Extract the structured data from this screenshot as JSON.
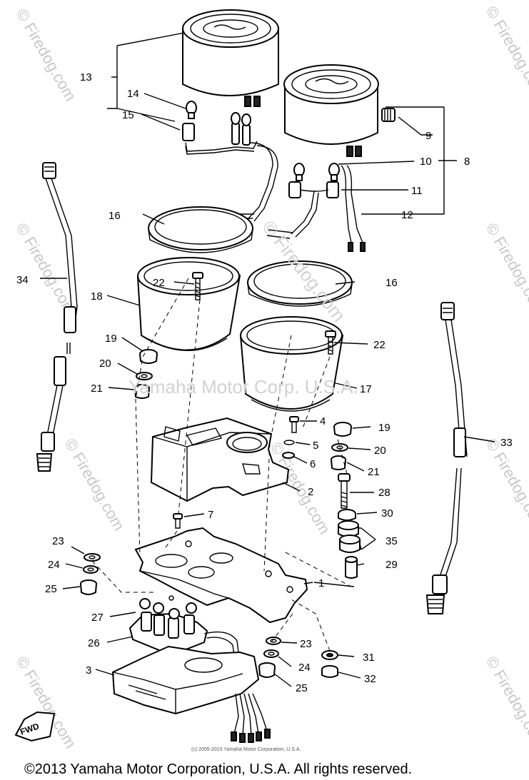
{
  "diagram": {
    "labels": [
      {
        "text": "13"
      },
      {
        "text": "14"
      },
      {
        "text": "15"
      },
      {
        "text": "9"
      },
      {
        "text": "10"
      },
      {
        "text": "8"
      },
      {
        "text": "11"
      },
      {
        "text": "12"
      },
      {
        "text": "16"
      },
      {
        "text": "16"
      },
      {
        "text": "34"
      },
      {
        "text": "22"
      },
      {
        "text": "18"
      },
      {
        "text": "22"
      },
      {
        "text": "19"
      },
      {
        "text": "20"
      },
      {
        "text": "21"
      },
      {
        "text": "17"
      },
      {
        "text": "4"
      },
      {
        "text": "19"
      },
      {
        "text": "5"
      },
      {
        "text": "20"
      },
      {
        "text": "6"
      },
      {
        "text": "21"
      },
      {
        "text": "33"
      },
      {
        "text": "28"
      },
      {
        "text": "2"
      },
      {
        "text": "30"
      },
      {
        "text": "7"
      },
      {
        "text": "35"
      },
      {
        "text": "23"
      },
      {
        "text": "24"
      },
      {
        "text": "29"
      },
      {
        "text": "25"
      },
      {
        "text": "1"
      },
      {
        "text": "27"
      },
      {
        "text": "26"
      },
      {
        "text": "23"
      },
      {
        "text": "31"
      },
      {
        "text": "24"
      },
      {
        "text": "3"
      },
      {
        "text": "32"
      },
      {
        "text": "25"
      }
    ],
    "fwd_label": "FWD",
    "center_watermark": "Yamaha Motor Corp. U.S.A.",
    "diagonal_watermark": "© Firedog.com",
    "edge_watermark": "© Firedog.com",
    "fine_print": "(c) 2005-2015 Yamaha Motor Corporation, U.S.A."
  },
  "footer": {
    "copyright": "©2013 Yamaha Motor Corporation, U.S.A. All rights reserved."
  }
}
